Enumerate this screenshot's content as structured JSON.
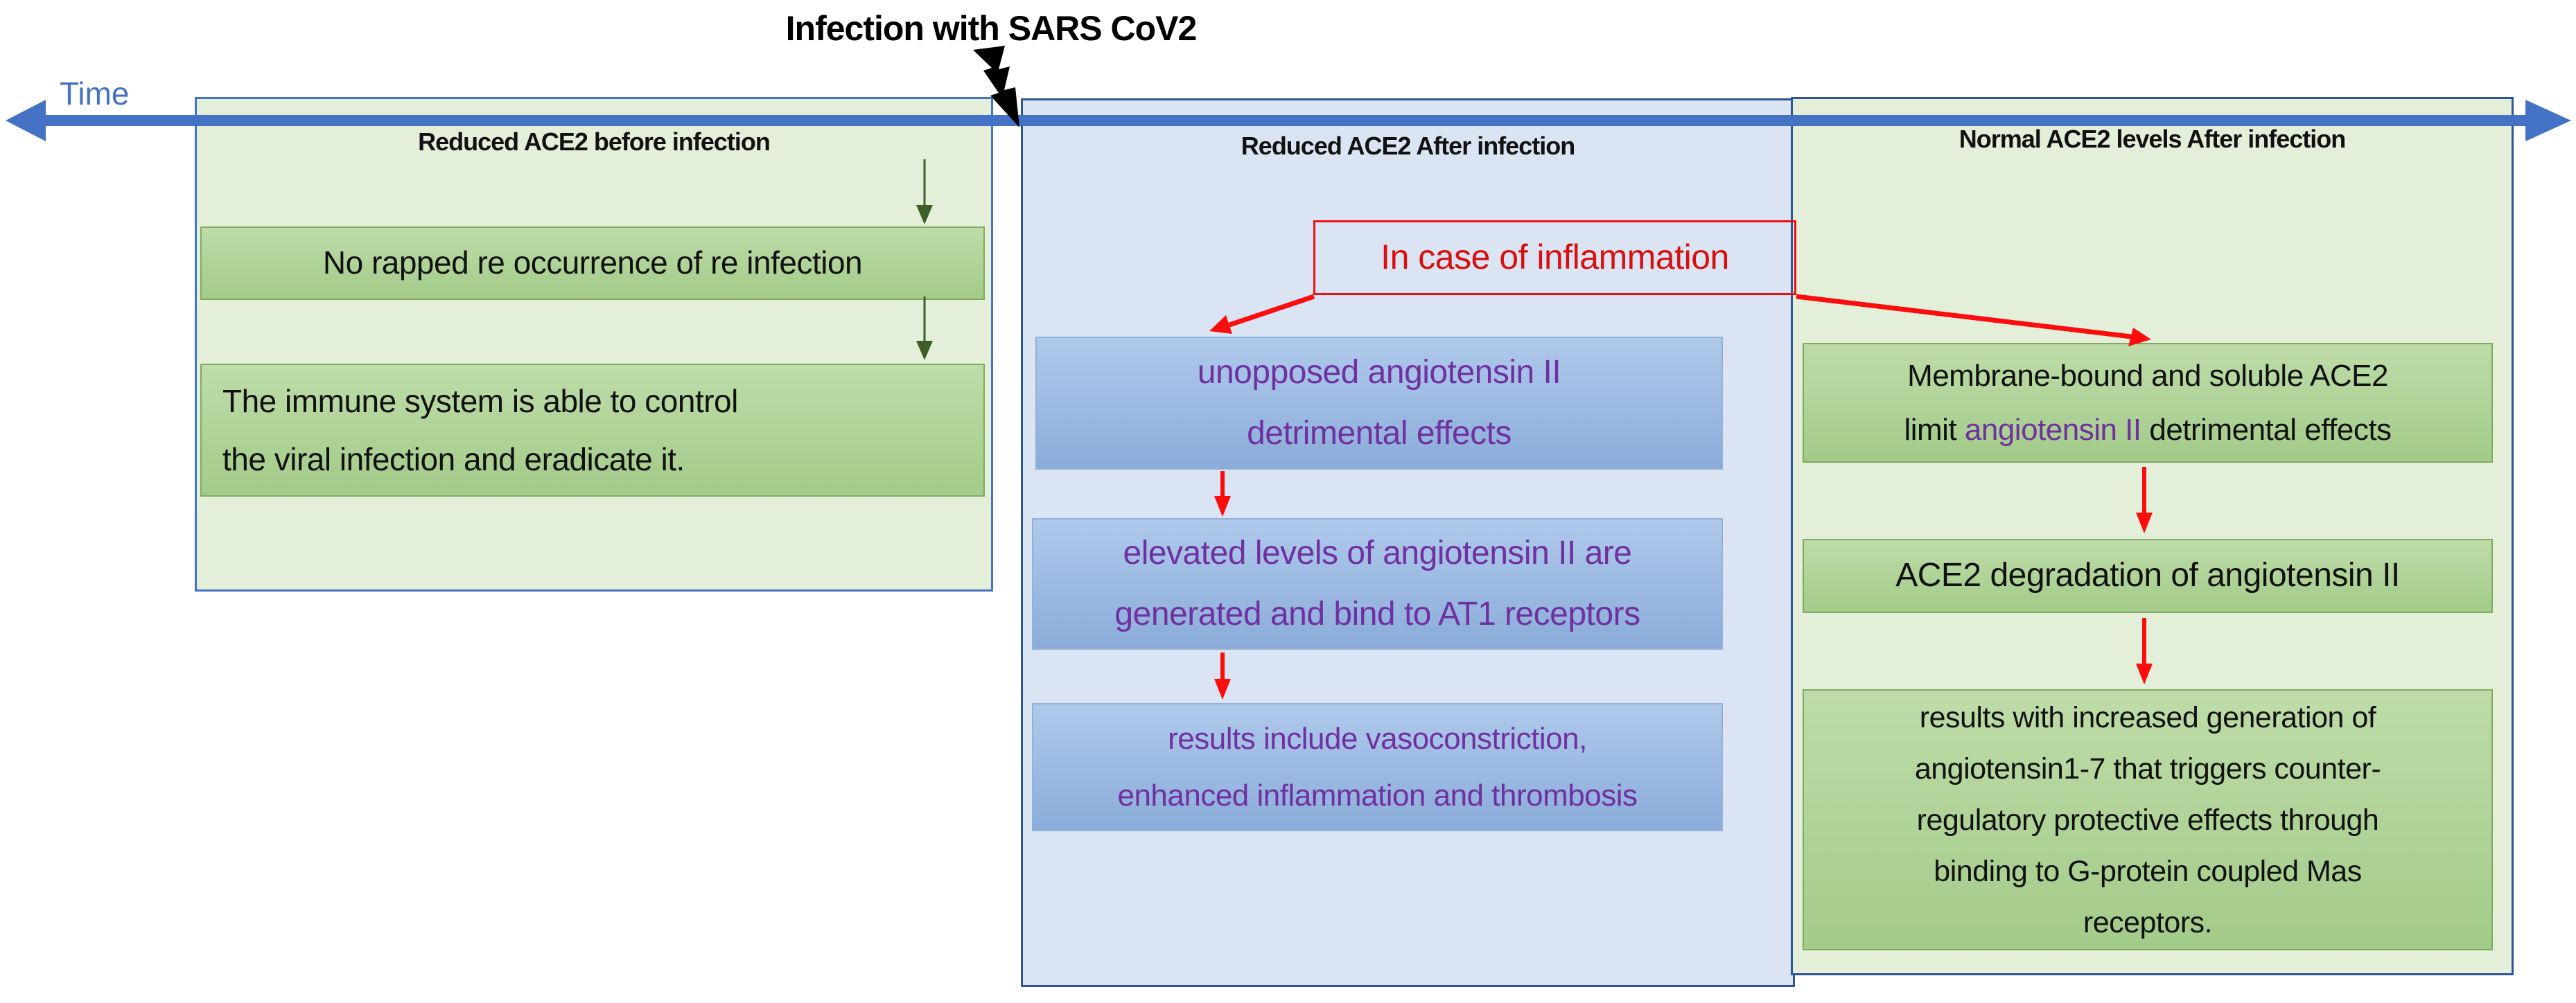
{
  "title": "Infection with SARS CoV2",
  "timeline": {
    "label": "Time"
  },
  "panels": {
    "before": {
      "header": "Reduced ACE2 before infection",
      "box1": "No rapped re occurrence of re infection",
      "box2_lines": [
        "The immune system is able to control",
        "the viral infection and eradicate it."
      ]
    },
    "reduced_after": {
      "header": "Reduced ACE2 After infection",
      "inflammation": "In case of inflammation",
      "box1_lines": [
        "unopposed angiotensin II",
        "detrimental effects"
      ],
      "box2_lines": [
        "elevated levels of angiotensin II are",
        "generated and bind to AT1 receptors"
      ],
      "box3_lines": [
        "results include vasoconstriction,",
        "enhanced inflammation and thrombosis"
      ]
    },
    "normal_after": {
      "header": "Normal ACE2 levels After infection",
      "box1_line1": "Membrane-bound and soluble ACE2",
      "box1_line2_pre": "limit ",
      "box1_line2_highlight": "angiotensin II",
      "box1_line2_post": " detrimental effects",
      "box2": "ACE2 degradation of angiotensin II",
      "box3_lines": [
        "results with increased generation of",
        "angiotensin1-7 that triggers counter-",
        "regulatory protective effects through",
        "binding to G-protein coupled Mas",
        "receptors."
      ]
    }
  },
  "colors": {
    "timeline_blue": "#4472C4",
    "panel_border_light": "#4472C4",
    "panel_border_dark": "#2E5596",
    "panel_bg_green": "#E4EFDA",
    "panel_bg_blue": "#DAE4F2",
    "green_box_fill_top": "#BEDCA8",
    "green_box_fill_bottom": "#A3CB89",
    "green_box_border": "#80AB5E",
    "blue_box_fill_top": "#AFC9EB",
    "blue_box_fill_bottom": "#8BACDA",
    "purple_text": "#7030A0",
    "red_accent": "#EF1010",
    "dark_green_arrow": "#3E5E27"
  }
}
